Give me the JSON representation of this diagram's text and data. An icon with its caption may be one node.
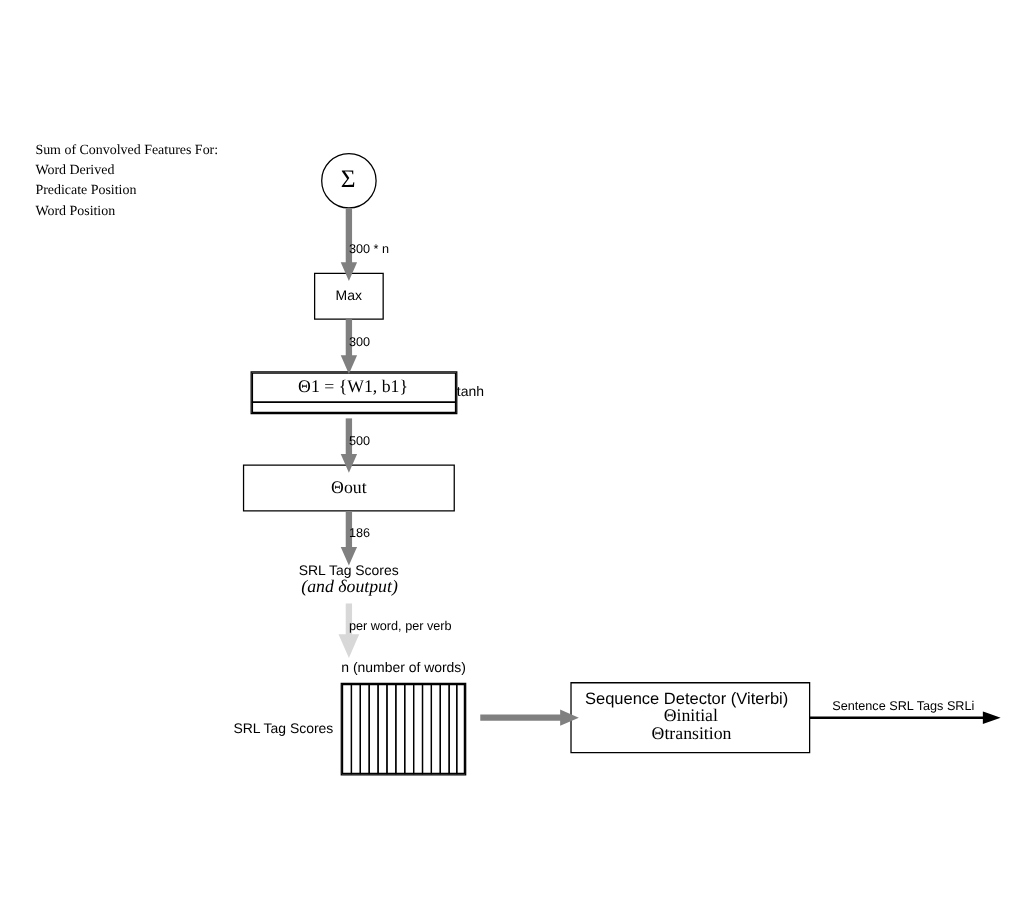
{
  "diagram": {
    "nodes": [
      {
        "text": [
          "Σ"
        ]
      },
      {
        "text": [
          "Max"
        ]
      },
      {
        "text": [
          "Θ1 = {W1, b1}"
        ],
        "beside": [
          "tanh"
        ]
      },
      {
        "text": [
          "Θout"
        ]
      },
      {
        "text": [
          "SRL Tag Scores",
          "(and δoutput)"
        ]
      },
      {
        "text": [],
        "shape": "box",
        "beside": [
          "n (number of words)",
          "SRL Tag Scores"
        ]
      },
      {
        "text": [
          "Sequence Detector (Viterbi)",
          "Θinitial",
          "Θtransition"
        ]
      }
    ],
    "edges": [
      {
        "from": 0,
        "to": 1,
        "arrow": "to",
        "label": "300 * n"
      },
      {
        "from": 1,
        "to": 2,
        "arrow": "to",
        "label": "300"
      },
      {
        "from": 2,
        "to": 3,
        "arrow": "to",
        "label": "500"
      },
      {
        "from": 3,
        "to": 4,
        "arrow": "to",
        "label": "186"
      },
      {
        "from": 4,
        "to": 5,
        "arrow": "to",
        "label": "per word, per verb",
        "color": "#d8d8d8"
      },
      {
        "from": 5,
        "to": 6,
        "arrow": "to"
      },
      {
        "from": 6,
        "to": null,
        "arrow": "to",
        "label": "Sentence SRL Tags SRLi",
        "color": "#000000"
      }
    ],
    "labels": [
      "Sum of Convolved Features For:",
      "Word Derived",
      "Predicate Position",
      "Word Position"
    ]
  }
}
